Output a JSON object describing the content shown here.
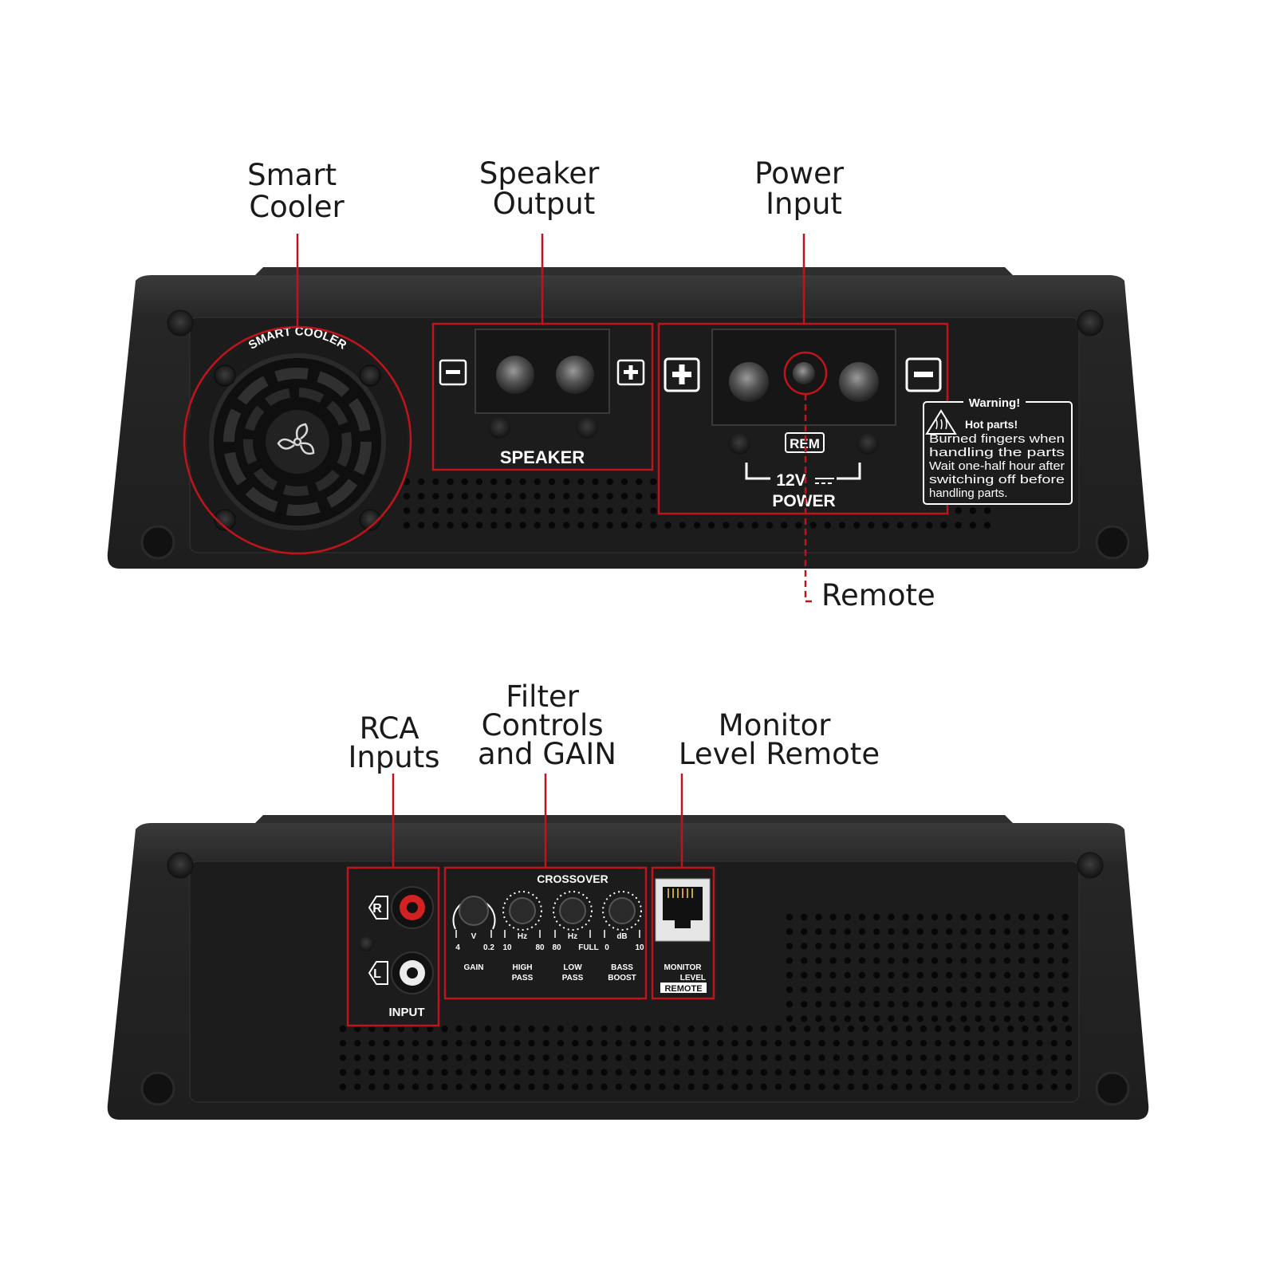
{
  "colors": {
    "accent_red": "#c0141c",
    "chassis": "#262626",
    "panel": "#1c1c1c",
    "background": "#ffffff"
  },
  "top_view": {
    "callouts": {
      "smart_cooler": [
        "Smart",
        "Cooler"
      ],
      "speaker_output": [
        "Speaker",
        "Output"
      ],
      "power_input": [
        "Power",
        "Input"
      ],
      "remote": "Remote"
    },
    "fan_label": "SMART COOLER",
    "speaker_label": "SPEAKER",
    "rem_label": "REM",
    "voltage_label": "12V",
    "power_label": "POWER",
    "warning": {
      "title": "Warning!",
      "heading": "Hot parts!",
      "lines": [
        "Burned fingers when",
        "handling the parts",
        "Wait one-half hour after",
        "switching off before",
        "handling parts."
      ]
    },
    "icons": [
      "fan-icon",
      "minus-icon",
      "plus-icon",
      "hot-surface-warning-icon"
    ]
  },
  "bottom_view": {
    "callouts": {
      "rca_inputs": [
        "RCA",
        "Inputs"
      ],
      "filter_controls": [
        "Filter",
        "Controls",
        "and GAIN"
      ],
      "monitor_remote": [
        "Monitor",
        "Level Remote"
      ]
    },
    "rca": {
      "right": "R",
      "left": "L",
      "label": "INPUT"
    },
    "crossover_label": "CROSSOVER",
    "knobs": [
      {
        "name": "GAIN",
        "name2": "",
        "unit": "V",
        "min": "4",
        "max": "0.2"
      },
      {
        "name": "HIGH",
        "name2": "PASS",
        "unit": "Hz",
        "min": "10",
        "max": "80"
      },
      {
        "name": "LOW",
        "name2": "PASS",
        "unit": "Hz",
        "min": "80",
        "max": "FULL"
      },
      {
        "name": "BASS",
        "name2": "BOOST",
        "unit": "dB",
        "min": "0",
        "max": "10"
      }
    ],
    "monitor": {
      "line1": "MONITOR",
      "line2": "LEVEL",
      "line3": "REMOTE"
    }
  }
}
